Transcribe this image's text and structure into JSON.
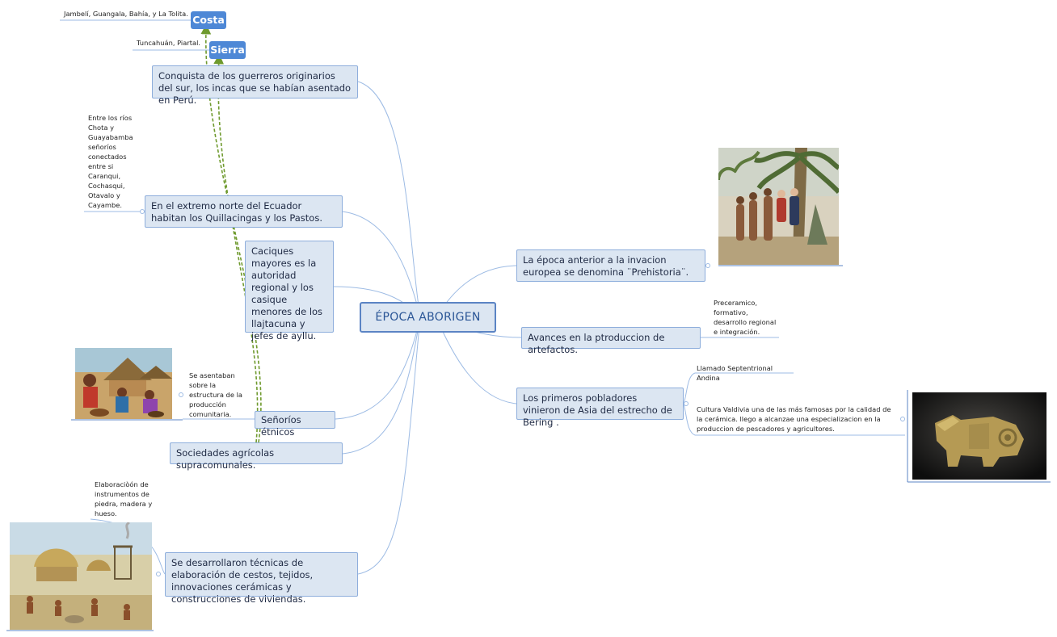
{
  "central_topic": "ÉPOCA ABORIGEN",
  "tags": {
    "costa": "Costa",
    "sierra": "Sierra"
  },
  "tag_notes": {
    "costa": "Jambelí, Guangala, Bahía, y La Tolita.",
    "sierra": "Tuncahuán, Piartal."
  },
  "left_topics": {
    "conquista": "Conquista de los guerreros originarios del sur, los incas que se habían asentado en Perú.",
    "norte": "En el extremo norte del Ecuador habitan los Quillacingas y los Pastos.",
    "caciques": "Caciques mayores  es la autoridad regional y los casique menores de los llajtacuna y jefes de ayllu.",
    "senorios": "Señoríos étnicos",
    "sociedades": "Sociedades agrícolas supracomunales.",
    "tecnicas": "Se desarrollaron técnicas de elaboración de cestos, tejidos, innovaciones cerámicas y construcciones de viviendas."
  },
  "left_notes": {
    "norte": "Entre los ríos Chota y Guayabamba señoríos conectados entre si Caranqui, Cochasqui, Otavalo y Cayambe.",
    "senorios": "Se asentaban sobre la estructura de la producción comunitaria.",
    "tecnicas": "Elaboraciòón de instrumentos de piedra, madera y hueso."
  },
  "right_topics": {
    "prehistoria": "La época anterior a la invacion europea se denomina ¨Prehistoria¨.",
    "avances": "Avances en la ptroduccion de artefactos.",
    "pobladores": "Los primeros pobladores vinieron de Asia del estrecho de Bering ."
  },
  "right_notes": {
    "avances": "Preceramico, formativo, desarrollo regional e integración.",
    "septentrional": "Llamado Septentrional Andina",
    "valdivia": "Cultura Valdivia una de las más famosas por la calidad de la cerámica. llego a alcanzae una especializacion en la produccion de pescadores y agricultores."
  },
  "colors": {
    "topic_fill": "#dce6f2",
    "topic_border": "#8eaedc",
    "central_border": "#5b84c4",
    "tag_fill": "#4e88d6",
    "connector": "#9dbbe4",
    "relationship": "#6f9a2e"
  }
}
